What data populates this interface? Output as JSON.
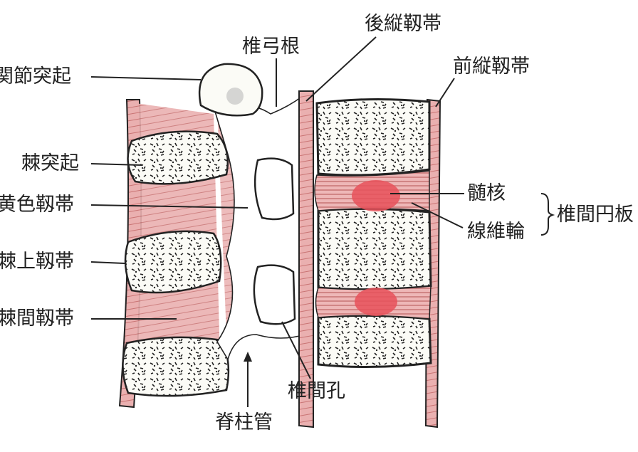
{
  "labels": {
    "articular_process": "関節突起",
    "pedicle": "椎弓根",
    "posterior_longitudinal_ligament": "後縦靱帯",
    "anterior_longitudinal_ligament": "前縦靱帯",
    "spinous_process": "棘突起",
    "ligamentum_flavum": "黄色靱帯",
    "supraspinous_ligament": "棘上靱帯",
    "interspinous_ligament": "棘間靱帯",
    "nucleus_pulposus": "髄核",
    "annulus_fibrosus": "線維輪",
    "intervertebral_disc": "椎間円板",
    "intervertebral_foramen": "椎間孔",
    "spinal_canal": "脊柱管"
  },
  "colors": {
    "ligament_pink": "#e8a3a3",
    "ligament_stripe": "#c96e6e",
    "nucleus_red": "#e8515a",
    "bone_fill": "#fbfbf6",
    "line": "#222222"
  }
}
